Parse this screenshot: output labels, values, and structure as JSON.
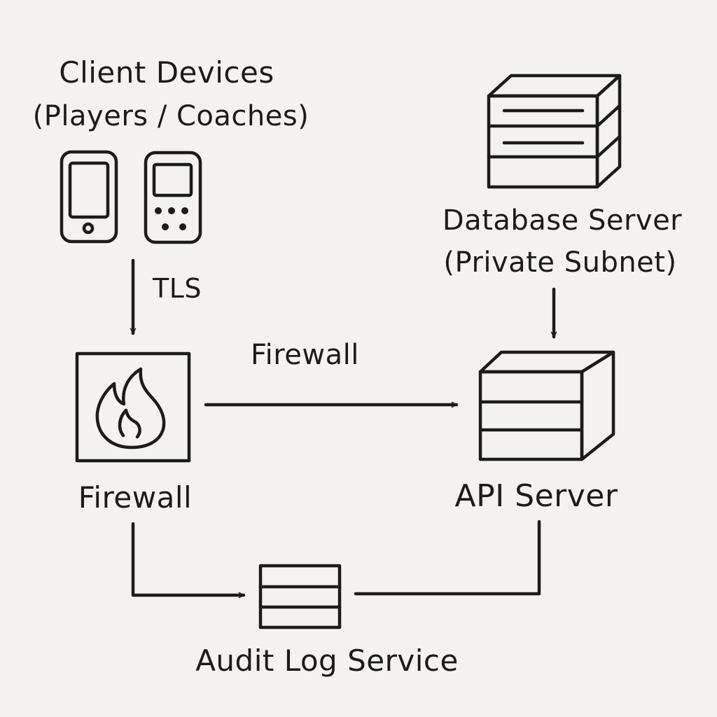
{
  "nodes": {
    "client_devices": {
      "title": "Client Devices",
      "subtitle": "(Players / Coaches)"
    },
    "firewall": {
      "label": "Firewall"
    },
    "database_server": {
      "title": "Database Server",
      "subtitle": "(Private Subnet)"
    },
    "api_server": {
      "label": "API Server"
    },
    "audit_log_service": {
      "label": "Audit Log Service"
    }
  },
  "edges": {
    "clients_to_firewall": {
      "label": "TLS"
    },
    "firewall_to_api": {
      "label": "Firewall"
    }
  },
  "icons": {
    "client_phone": "smartphone-icon",
    "client_handset": "handset-icon",
    "firewall": "flame-icon",
    "database": "server-rack-icon",
    "api": "server-box-icon",
    "audit_log": "log-stack-icon"
  },
  "colors": {
    "background": "#f3f2ee",
    "ink": "#1b1b1b"
  }
}
